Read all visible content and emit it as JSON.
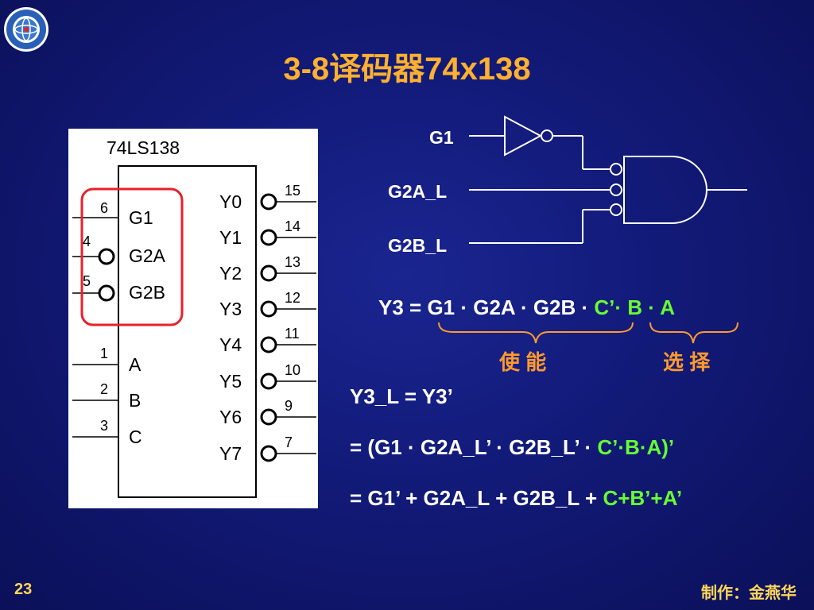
{
  "slide": {
    "title": "3-8译码器74x138",
    "page_number": "23",
    "author": "制作：金燕华"
  },
  "chip": {
    "part_name": "74LS138",
    "enable_inputs": [
      {
        "pin": "6",
        "name": "G1"
      },
      {
        "pin": "4",
        "name": "G2A"
      },
      {
        "pin": "5",
        "name": "G2B"
      }
    ],
    "select_inputs": [
      {
        "pin": "1",
        "name": "A"
      },
      {
        "pin": "2",
        "name": "B"
      },
      {
        "pin": "3",
        "name": "C"
      }
    ],
    "outputs": [
      {
        "pin": "15",
        "name": "Y0"
      },
      {
        "pin": "14",
        "name": "Y1"
      },
      {
        "pin": "13",
        "name": "Y2"
      },
      {
        "pin": "12",
        "name": "Y3"
      },
      {
        "pin": "11",
        "name": "Y4"
      },
      {
        "pin": "10",
        "name": "Y5"
      },
      {
        "pin": "9",
        "name": "Y6"
      },
      {
        "pin": "7",
        "name": "Y7"
      }
    ]
  },
  "gate": {
    "inputs": [
      "G1",
      "G2A_L",
      "G2B_L"
    ]
  },
  "equations": {
    "y3_prefix": "Y3 = ",
    "y3_enable": "G1 · G2A · G2B ·",
    "y3_select": " C’· B · A",
    "enable_label": "使 能",
    "select_label": "选 择",
    "line1": "Y3_L = Y3’",
    "line2_white": "= (G1 · G2A_L’ · G2B_L’ · ",
    "line2_green": "C’·B·A)’",
    "line3_white": "= G1’ + G2A_L + G2B_L + ",
    "line3_green": "C+B’+A’"
  },
  "colors": {
    "title": "#ffb030",
    "highlight": "#66ff33",
    "brace": "#ff9a2e",
    "outline_red": "#e8202a"
  }
}
